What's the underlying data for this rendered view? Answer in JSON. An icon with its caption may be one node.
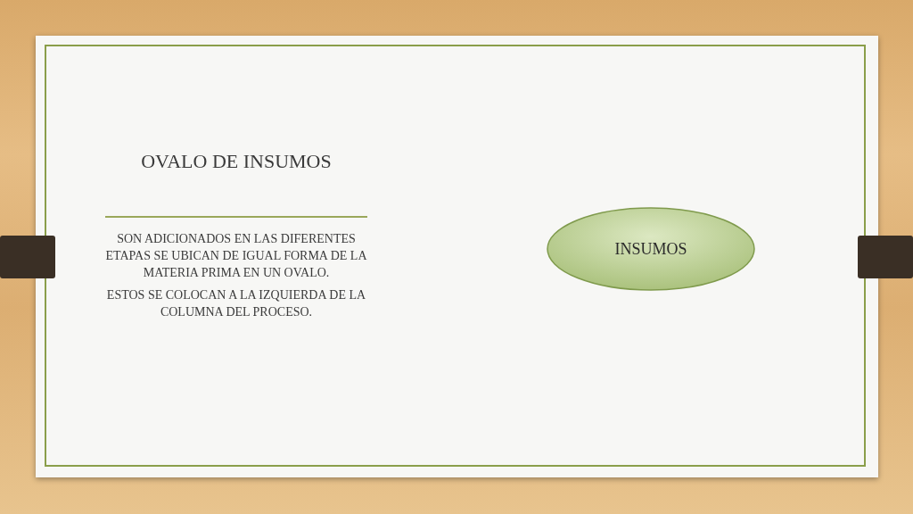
{
  "diagram": {
    "title": "OVALO DE INSUMOS",
    "nodes": [
      {
        "text": [
          "INSUMOS"
        ]
      }
    ],
    "labels": [
      "SON ADICIONADOS EN LAS DIFERENTES ETAPAS SE UBICAN DE IGUAL FORMA DE LA MATERIA PRIMA EN UN OVALO.",
      "ESTOS SE COLOCAN A LA IZQUIERDA DE LA COLUMNA DEL PROCESO."
    ]
  }
}
